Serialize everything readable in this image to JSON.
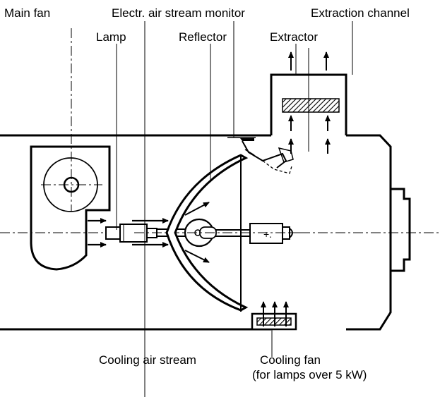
{
  "labels": {
    "main_fan": "Main fan",
    "lamp": "Lamp",
    "monitor": "Electr. air stream monitor",
    "reflector": "Reflector",
    "extractor": "Extractor",
    "extraction_channel": "Extraction channel",
    "cooling_air_stream": "Cooling air stream",
    "cooling_fan": "Cooling fan",
    "cooling_fan_note": "(for lamps over 5 kW)",
    "lamp_polarity": "+."
  }
}
